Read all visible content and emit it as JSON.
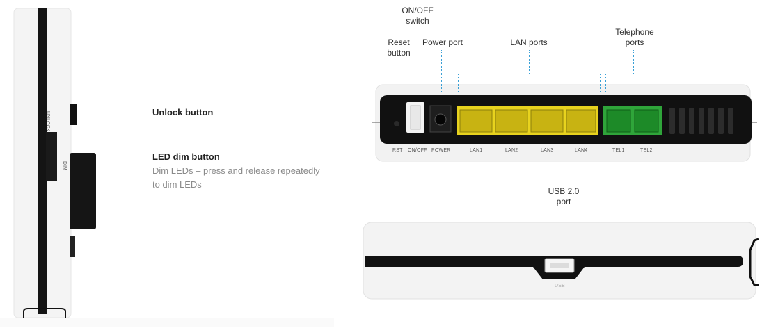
{
  "side_view": {
    "unlock_label": "UNLOCK",
    "dim_label": "DIM",
    "unlock_button": {
      "title": "Unlock button"
    },
    "led_dim_button": {
      "title": "LED dim button",
      "desc_line1": "Dim LEDs – press and release repeatedly",
      "desc_line2": "to dim LEDs"
    }
  },
  "back_view": {
    "callouts": {
      "onoff_line1": "ON/OFF",
      "onoff_line2": "switch",
      "reset_line1": "Reset",
      "reset_line2": "button",
      "power": "Power port",
      "lan": "LAN ports",
      "tel_line1": "Telephone",
      "tel_line2": "ports"
    },
    "port_labels": {
      "rst": "RST",
      "onoff": "ON/OFF",
      "power": "POWER",
      "lan1": "LAN1",
      "lan2": "LAN2",
      "lan3": "LAN3",
      "lan4": "LAN4",
      "tel1": "TEL1",
      "tel2": "TEL2"
    }
  },
  "front_view": {
    "usb_line1": "USB 2.0",
    "usb_line2": "port",
    "usb_port_label": "USB"
  },
  "colors": {
    "callout_line": "#3aa0d6",
    "lan_port": "#e8d31e",
    "tel_port": "#2fa53a",
    "device_black": "#111111"
  }
}
